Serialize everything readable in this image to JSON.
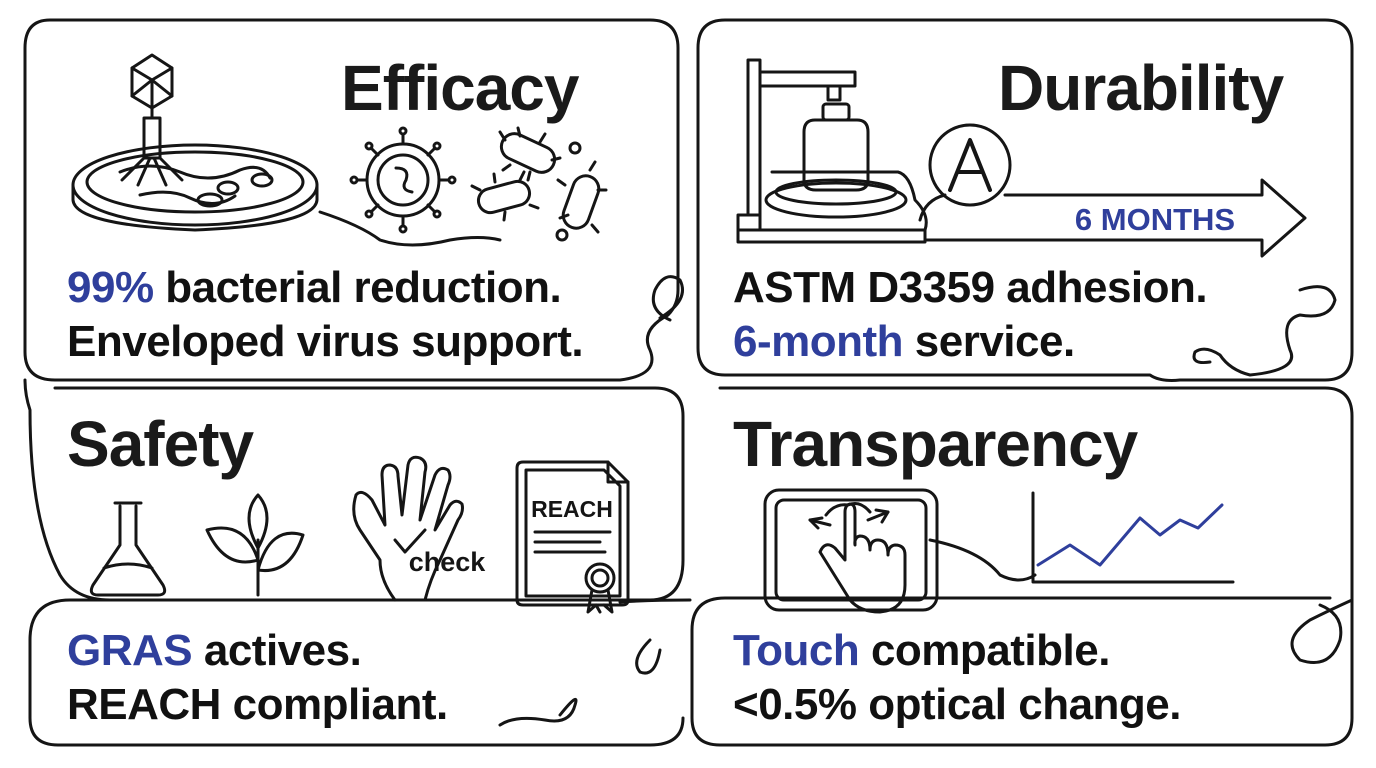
{
  "colors": {
    "ink": "#151515",
    "accent": "#2f3f9c",
    "background": "#ffffff"
  },
  "panels": {
    "efficacy": {
      "title": "Efficacy",
      "line1_highlight": "99%",
      "line1_rest": " bacterial reduction.",
      "line2": "Enveloped virus support.",
      "icons": [
        "bacteriophage-icon",
        "petri-dish-icon",
        "virus-icon",
        "bacteria-icon"
      ]
    },
    "durability": {
      "title": "Durability",
      "line1": "ASTM D3359 adhesion.",
      "line2_highlight": "6-month",
      "line2_rest": " service.",
      "arrow_label": "6 MONTHS",
      "badge_letter": "A",
      "icons": [
        "test-press-icon",
        "weight-icon",
        "grade-badge-icon",
        "arrow-right-icon"
      ]
    },
    "safety": {
      "title": "Safety",
      "line1_highlight": "GRAS",
      "line1_rest": " actives.",
      "line2": "REACH compliant.",
      "check_label": "check",
      "certificate_label": "REACH",
      "icons": [
        "flask-icon",
        "plant-icon",
        "hand-icon",
        "certificate-icon"
      ]
    },
    "transparency": {
      "title": "Transparency",
      "line1_highlight": "Touch",
      "line1_rest": " compatible.",
      "line2": "<0.5% optical change.",
      "icons": [
        "touchscreen-hand-icon",
        "line-chart-icon"
      ]
    }
  }
}
